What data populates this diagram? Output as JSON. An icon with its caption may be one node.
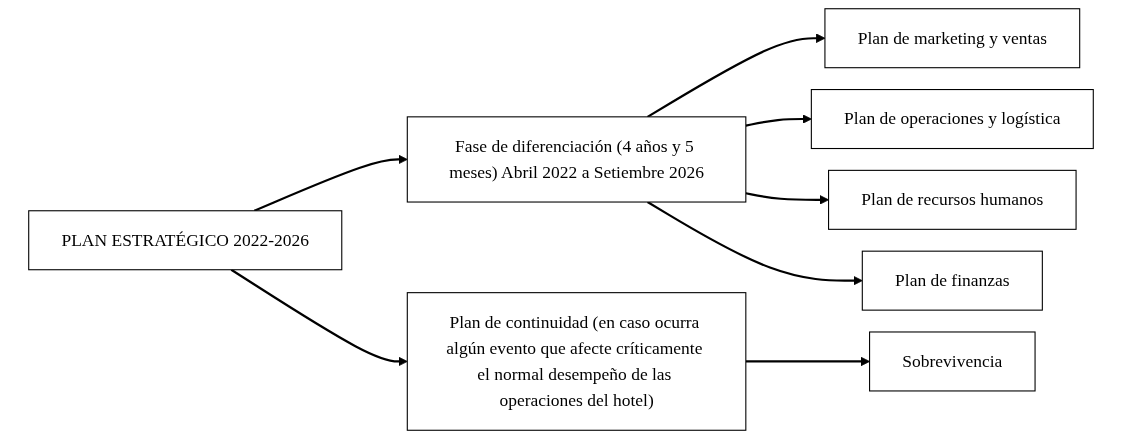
{
  "diagram": {
    "nodes": [
      {
        "text": [
          "PLAN ESTRATÉGICO 2022-2026"
        ]
      },
      {
        "text": [
          "Fase de diferenciación (4 años y 5 meses) Abril 2022 a Setiembre 2026"
        ]
      },
      {
        "text": [
          "Plan de marketing y ventas"
        ]
      },
      {
        "text": [
          "Plan de operaciones y logística"
        ]
      },
      {
        "text": [
          "Plan de recursos humanos"
        ]
      },
      {
        "text": [
          "Plan de finanzas"
        ]
      },
      {
        "text": [
          "Plan de continuidad (en caso ocurra algún evento que afecte críticamente el normal desempeño de las operaciones del hotel)"
        ]
      },
      {
        "text": [
          "Sobrevivencia"
        ]
      }
    ],
    "edges": [
      {
        "from": 0,
        "to": 1,
        "arrow": "to"
      },
      {
        "from": 1,
        "to": 2,
        "arrow": "to"
      },
      {
        "from": 1,
        "to": 3,
        "arrow": "to"
      },
      {
        "from": 1,
        "to": 4,
        "arrow": "to"
      },
      {
        "from": 1,
        "to": 5,
        "arrow": "to"
      },
      {
        "from": 0,
        "to": 6,
        "arrow": "to"
      },
      {
        "from": 6,
        "to": 7,
        "arrow": "to"
      }
    ]
  }
}
